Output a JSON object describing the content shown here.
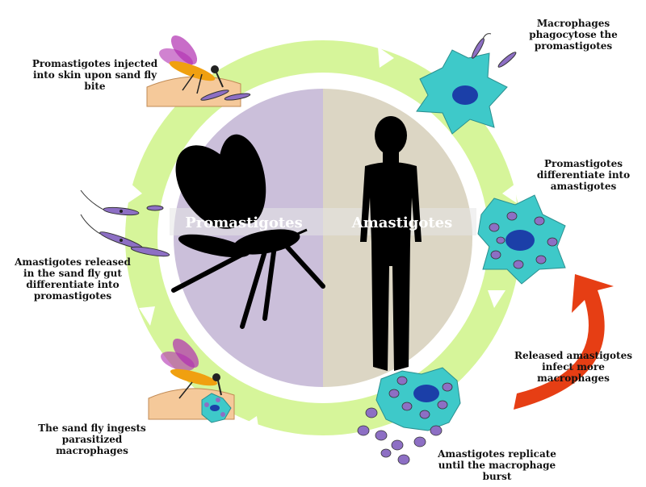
{
  "center": {
    "left_label": "Promastigotes",
    "right_label": "Amastigotes",
    "left_color": "#cbbfda",
    "right_color": "#dcd6c4"
  },
  "ring_color": "#d6f59a",
  "arrow_color": "#ffffff",
  "reinfection_arrow_color": "#e63e14",
  "cell_colors": {
    "macrophage": "#3ec9c9",
    "nucleus": "#1b3fa8",
    "amastigote": "#8d6fc4",
    "skin": "#f5c99a"
  },
  "steps": [
    {
      "id": "injection",
      "text": "Promastigotes injected into skin upon sand fly bite"
    },
    {
      "id": "phagocytosis",
      "text": "Macrophages phagocytose the promastigotes"
    },
    {
      "id": "differentiation",
      "text": "Promastigotes differentiate into amastigotes"
    },
    {
      "id": "reinfection",
      "text": "Released amastigotes infect more macrophages"
    },
    {
      "id": "replication",
      "text": "Amastigotes replicate until the macrophage burst"
    },
    {
      "id": "ingestion",
      "text": "The sand fly ingests parasitized macrophages"
    },
    {
      "id": "gut-differentiation",
      "text": "Amastigotes released in the sand fly gut differentiate into promastigotes"
    }
  ]
}
